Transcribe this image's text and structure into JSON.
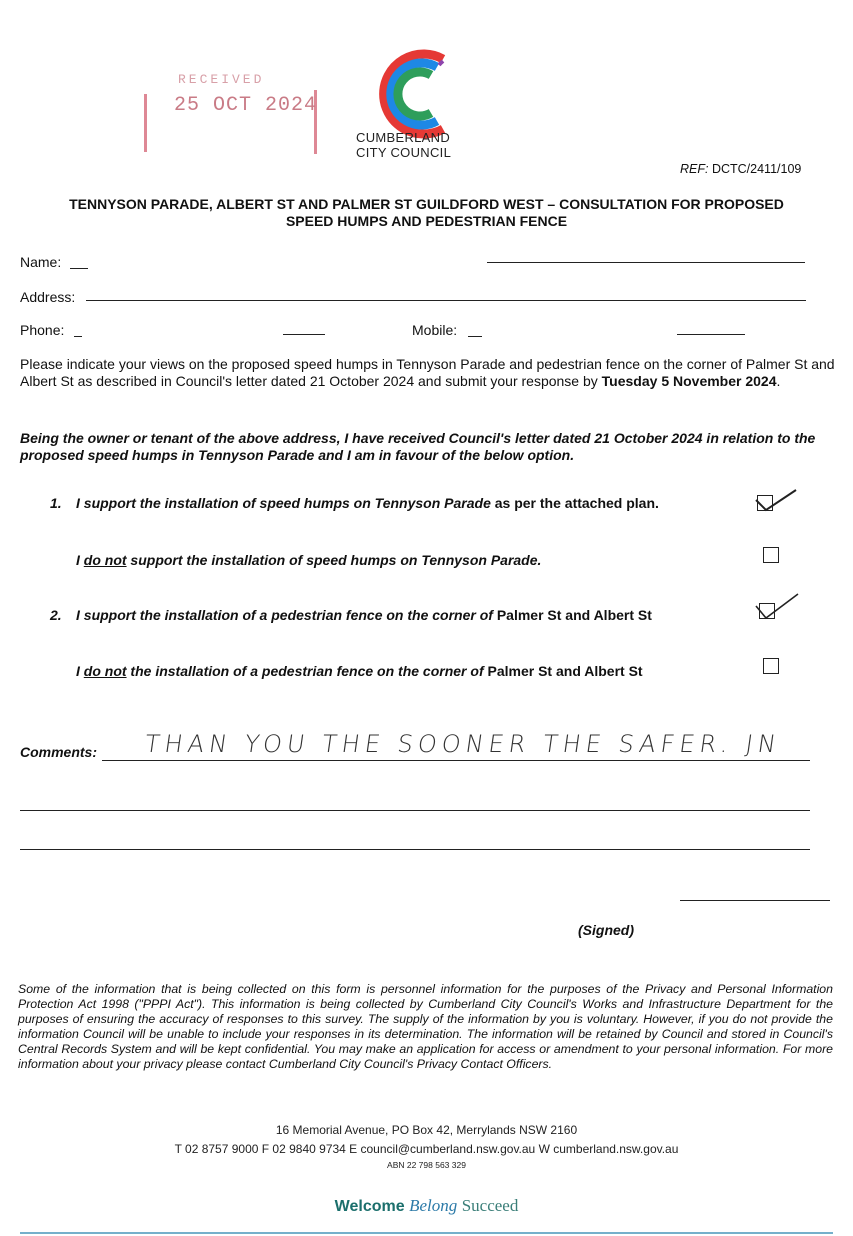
{
  "stamp": {
    "received": "RECEIVED",
    "date": "25 OCT 2024"
  },
  "logo": {
    "line1": "CUMBERLAND",
    "line2": "CITY COUNCIL"
  },
  "ref": {
    "label": "REF:",
    "value": "DCTC/2411/109"
  },
  "title": {
    "line1": "TENNYSON PARADE, ALBERT ST AND PALMER ST GUILDFORD WEST – CONSULTATION FOR PROPOSED",
    "line2": "SPEED HUMPS AND PEDESTRIAN FENCE"
  },
  "fields": {
    "name": "Name:",
    "address": "Address:",
    "phone": "Phone:",
    "mobile": "Mobile:"
  },
  "intro": {
    "text": "Please indicate your views on the proposed speed humps in Tennyson Parade and pedestrian fence on the corner of Palmer St and Albert St as described in Council's letter dated 21 October 2024 and submit your response by ",
    "deadline": "Tuesday 5 November 2024",
    "end": "."
  },
  "declaration": "Being the owner or tenant of the above address, I have received Council's letter dated 21 October 2024 in relation to the proposed speed humps in Tennyson Parade and I am in favour of the below option.",
  "options": [
    {
      "num": "1.",
      "italic": "I support the installation of speed humps on Tennyson Parade",
      "plain": " as per the attached plan.",
      "checked": true
    },
    {
      "num": "",
      "pre": "I ",
      "underline": "do not",
      "italic": " support the installation of speed humps on Tennyson Parade.",
      "plain": "",
      "checked": false
    },
    {
      "num": "2.",
      "italic": "I support the installation of a pedestrian fence on the corner of",
      "plain": " Palmer St and Albert St",
      "checked": true
    },
    {
      "num": "",
      "pre": "I ",
      "underline": "do not",
      "italic": " the installation of a pedestrian fence on the corner of",
      "plain": " Palmer St and Albert St",
      "checked": false
    }
  ],
  "comments": {
    "label": "Comments:",
    "handwritten": "THAN YOU  THE SOONER  THE SAFER. JN"
  },
  "signed": "(Signed)",
  "privacy": "Some of the information that is being collected on this form is personnel information for the purposes of the Privacy and Personal Information Protection Act 1998 (\"PPPI Act\"). This information is being collected by Cumberland City Council's Works and Infrastructure Department for the purposes of ensuring the accuracy of responses to this survey. The supply of the information by you is voluntary. However, if you do not provide the information Council will be unable to include your responses in its determination. The information will be retained by Council and stored in Council's Central Records System and will be kept confidential. You may make an application for access or amendment to your personal information. For more information about your privacy please contact Cumberland City Council's Privacy Contact Officers.",
  "footer": {
    "address": "16 Memorial Avenue, PO Box 42, Merrylands NSW 2160",
    "contacts": "T 02 8757 9000   F 02 9840 9734   E council@cumberland.nsw.gov.au   W cumberland.nsw.gov.au",
    "abn": "ABN 22 798 563 329"
  },
  "slogan": {
    "welcome": "Welcome",
    "belong": "Belong",
    "succeed": "Succeed"
  },
  "colors": {
    "stamp": "#c97b86",
    "logo_red": "#e53935",
    "logo_blue": "#1e88e5",
    "logo_green": "#2e9e5b",
    "slogan": "#1b6f6c"
  }
}
